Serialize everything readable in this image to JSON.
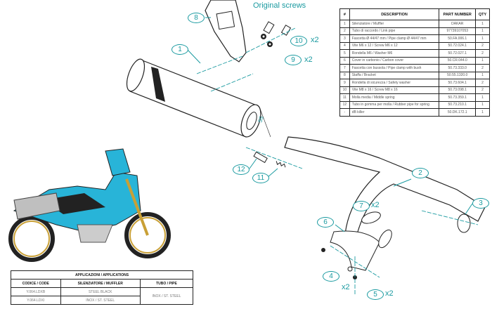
{
  "note": {
    "text": "Original screws"
  },
  "parts_table": {
    "headers": [
      "#",
      "DESCRIPTION",
      "PART NUMBER",
      "QTY"
    ],
    "rows": [
      [
        "1",
        "Silenziatore / Muffler",
        "DAKAR",
        "1"
      ],
      [
        "2",
        "Tubo di raccordo / Link pipe",
        "97739107053",
        "1"
      ],
      [
        "3",
        "Fascetta Ø 44/47 mm / Pipe clamp Ø 44/47 mm",
        "50.FA.006.1",
        "1"
      ],
      [
        "4",
        "Vite M6 x 12 / Screw M6 x 12",
        "50.72.024.1",
        "2"
      ],
      [
        "5",
        "Rondella M6 / Washer M6",
        "50.72.027.1",
        "2"
      ],
      [
        "6",
        "Cover in carbonio / Carbon cover",
        "50.CR.044.0",
        "1"
      ],
      [
        "7",
        "Fascetta con bussola / Pipe clamp with bush",
        "50.73.333.0",
        "2"
      ],
      [
        "8",
        "Staffa / Bracket",
        "50.55.1320.0",
        "1"
      ],
      [
        "9",
        "Rondella di sicurezza / Safety washer",
        "50.73.604.1",
        "2"
      ],
      [
        "10",
        "Vite M8 x 16 / Screw M8 x 16",
        "50.73.098.1",
        "2"
      ],
      [
        "11",
        "Molla media / Middle spring",
        "50.73.359.1",
        "1"
      ],
      [
        "12",
        "Tubo in gomma per molla / Rubber pipe for spring",
        "50.73.210.1",
        "1"
      ],
      [
        "-",
        "dB killer",
        "50.DK.172.1",
        "1"
      ]
    ]
  },
  "applications": {
    "title": "APPLICAZIONI / APPLICATIONS",
    "headers": [
      "CODICE / CODE",
      "SILENZIATORE / MUFFLER",
      "TUBO / PIPE"
    ],
    "rows": [
      {
        "code": "Y.064.LDXB",
        "muffler": "STEEL BLACK"
      },
      {
        "code": "Y.064.LDXI",
        "muffler": "INOX / ST. STEEL"
      }
    ],
    "pipe": "INOX / ST. STEEL"
  },
  "callouts": [
    {
      "num": "1"
    },
    {
      "num": "2"
    },
    {
      "num": "3"
    },
    {
      "num": "4",
      "qty": "x2"
    },
    {
      "num": "5",
      "qty": "x2"
    },
    {
      "num": "6"
    },
    {
      "num": "7",
      "qty": "x2"
    },
    {
      "num": "8"
    },
    {
      "num": "9",
      "qty": "x2"
    },
    {
      "num": "10",
      "qty": "x2"
    },
    {
      "num": "11"
    },
    {
      "num": "12"
    }
  ],
  "dimension": {
    "label": "55"
  },
  "colors": {
    "callout": "#1a9aa0",
    "line": "#222222",
    "bike_blue": "#28b4d8"
  }
}
